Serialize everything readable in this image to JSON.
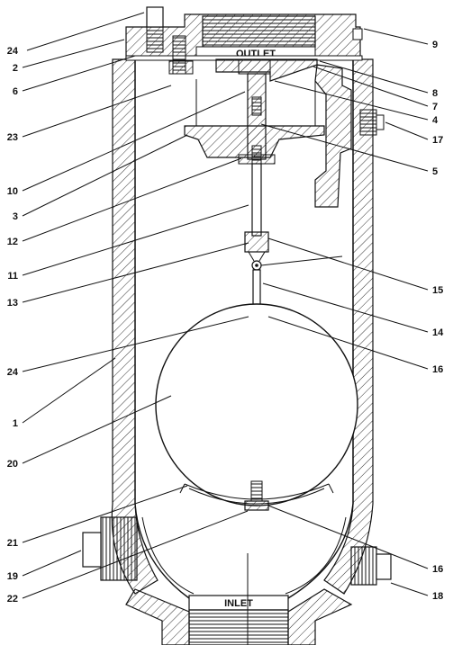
{
  "labels": {
    "outlet": "OUTLET",
    "inlet": "INLET"
  },
  "callouts": {
    "c24a": "24",
    "c2": "2",
    "c6": "6",
    "c23": "23",
    "c10": "10",
    "c3": "3",
    "c12": "12",
    "c11": "11",
    "c13": "13",
    "c24b": "24",
    "c1": "1",
    "c20": "20",
    "c21": "21",
    "c19": "19",
    "c22": "22",
    "c9": "9",
    "c8": "8",
    "c7": "7",
    "c4": "4",
    "c17": "17",
    "c5": "5",
    "c15": "15",
    "c14": "14",
    "c16a": "16",
    "c16b": "16",
    "c18": "18"
  },
  "colors": {
    "line": "#111111",
    "hatch": "#333333",
    "background": "#ffffff"
  }
}
